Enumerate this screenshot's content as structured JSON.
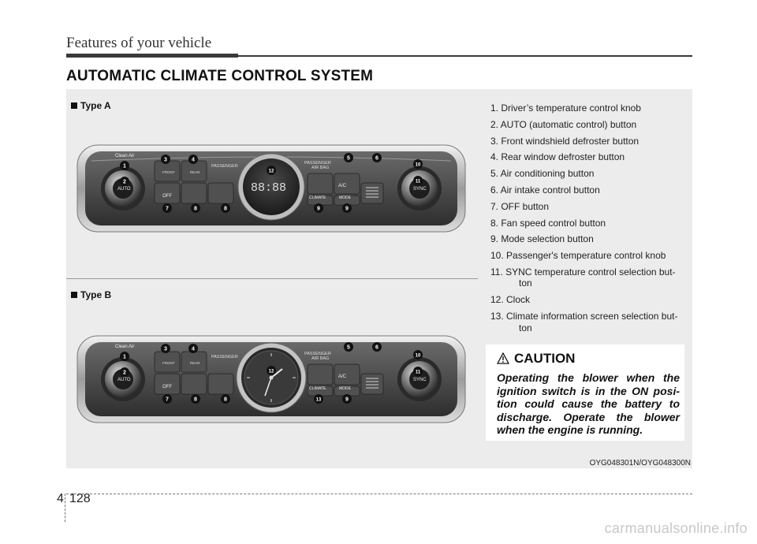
{
  "header": {
    "title": "Features of your vehicle"
  },
  "section_title": "AUTOMATIC CLIMATE CONTROL SYSTEM",
  "figure": {
    "type_a_label": "Type A",
    "type_b_label": "Type B",
    "code": "OYG048301N/OYG048300N",
    "panel_text": {
      "clean_air": "Clean Air",
      "passenger": "PASSENGER",
      "passenger_airbag_1": "PASSENGER",
      "passenger_airbag_2": "AIR BAG",
      "ac": "A/C",
      "auto": "AUTO",
      "sync": "SYNC",
      "off": "OFF",
      "climate": "CLIMATE",
      "mode": "MODE",
      "front": "FRONT",
      "rear": "REAR",
      "clock_display": "88:88"
    },
    "callouts_a": [
      "1",
      "2",
      "3",
      "4",
      "5",
      "6",
      "7",
      "8",
      "8",
      "9",
      "9",
      "10",
      "11",
      "12"
    ],
    "callouts_b": [
      "1",
      "2",
      "3",
      "4",
      "5",
      "6",
      "7",
      "8",
      "8",
      "13",
      "9",
      "10",
      "11",
      "12"
    ]
  },
  "legend": [
    "1. Driver’s temperature control knob",
    "2. AUTO (automatic control) button",
    "3. Front windshield defroster button",
    "4. Rear window defroster button",
    "5. Air conditioning button",
    "6. Air intake control button",
    "7. OFF button",
    "8. Fan speed control button",
    "9. Mode selection button",
    "10. Passenger's temperature control knob",
    "11. SYNC temperature control selection but-",
    "ton",
    "12. Clock",
    "13. Climate information screen selection but-",
    "ton"
  ],
  "caution": {
    "title": "CAUTION",
    "text": "Operating the blower when the ignition switch is in the ON posi- tion could cause the battery to discharge. Operate the blower when the engine is running."
  },
  "footer": {
    "chapter": "4",
    "page": "128"
  },
  "watermark": "carmanualsonline.info"
}
